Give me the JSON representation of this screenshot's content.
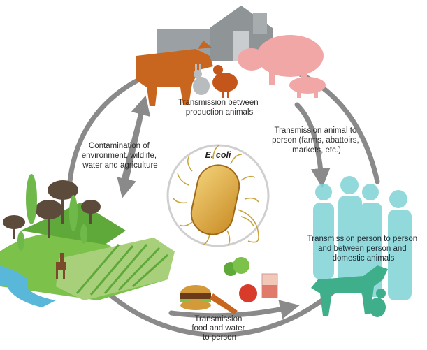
{
  "diagram": {
    "center_label": "E. coli",
    "labels": {
      "production_animals": [
        "Transmission between",
        "production animals"
      ],
      "animal_to_person": [
        "Transmission animal to",
        "person (farms, abattoirs,",
        "markets, etc.)"
      ],
      "contamination": [
        "Contamination of",
        "environment, wildlife,",
        "water and agriculture"
      ],
      "person_to_person": [
        "Transmission person to person",
        "and between person and",
        "domestic animals"
      ],
      "food_water": [
        "Transmission",
        "food and water",
        "to person"
      ]
    },
    "colors": {
      "cycle_arrow": "#8a8a8a",
      "cow": "#c8661f",
      "pig": "#f2a7a7",
      "barn": "#8f9497",
      "people": "#7fd3d6",
      "dog": "#3fae8a",
      "bacterium": "#d9a63a",
      "landscape_green": "#7cc24a",
      "water": "#59b8d9"
    }
  }
}
